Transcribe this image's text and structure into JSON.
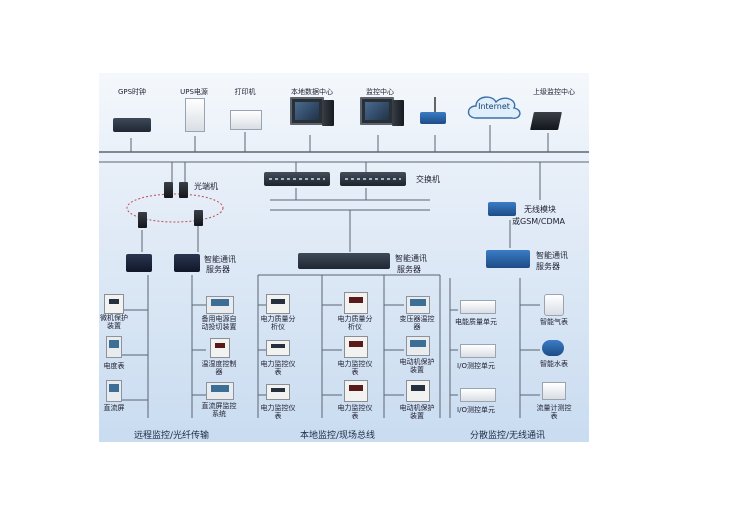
{
  "top_devices": {
    "gps": "GPS时钟",
    "ups": "UPS电源",
    "printer": "打印机",
    "host": "本地数据中心",
    "workstation": "监控中心",
    "internet": "Internet",
    "remote": "上级监控中心"
  },
  "network": {
    "switch": "交换机",
    "optical": "光端机",
    "wireless": "无线模块",
    "wireless_sub": "或GSM/CDMA",
    "server_left_1": "智能通讯",
    "server_left_2": "服务器",
    "server_mid_1": "智能通讯",
    "server_mid_2": "服务器",
    "server_right_1": "智能通讯",
    "server_right_2": "服务器"
  },
  "field": {
    "leftcol": [
      "微机保护装置",
      "电度表",
      "直流屏"
    ],
    "col2": [
      "备用电源自动投切装置",
      "温湿度控制器",
      "直流屏监控系统"
    ],
    "col3": [
      "电力质量分析仪",
      "电力监控仪表",
      "电力监控仪表"
    ],
    "col4": [
      "电力质量分析仪",
      "电力监控仪表",
      "电力监控仪表"
    ],
    "col5": [
      "变压器温控器",
      "电动机保护装置",
      "电动机保护装置"
    ],
    "col6": [
      "电能质量单元",
      "I/O测控单元",
      "I/O测控单元"
    ],
    "col7": [
      "智能气表",
      "智能水表",
      "流量计测控表"
    ]
  },
  "sections": {
    "s1": "远程监控/光纤传输",
    "s2": "本地监控/现场总线",
    "s3": "分散监控/无线通讯"
  }
}
